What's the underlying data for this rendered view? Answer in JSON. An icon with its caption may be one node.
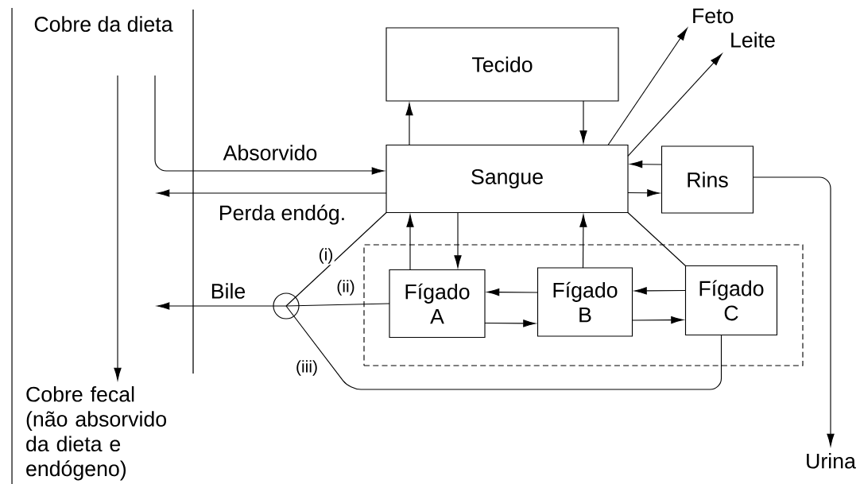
{
  "diagram": {
    "nodes": [
      {
        "text": [
          "Cobre da dieta"
        ]
      },
      {
        "text": [
          "Cobre fecal (não absorvido da dieta e endógeno)"
        ]
      },
      {
        "text": [
          "Tecido"
        ]
      },
      {
        "text": [
          "Sangue"
        ]
      },
      {
        "text": [
          "Rins"
        ]
      },
      {
        "text": [
          "Feto"
        ]
      },
      {
        "text": [
          "Leite"
        ]
      },
      {
        "text": [
          "Urina"
        ]
      },
      {
        "text": [],
        "shape": "box"
      },
      {
        "text": [
          "Fígado A"
        ],
        "in": 8
      },
      {
        "text": [
          "Fígado B"
        ],
        "in": 8
      },
      {
        "text": [
          "Fígado C"
        ],
        "in": 8
      },
      {
        "text": [],
        "shape": "circle"
      }
    ],
    "edges": [
      {
        "from": 0,
        "to": 3,
        "arrow": "to",
        "label": "Absorvido"
      },
      {
        "from": 3,
        "to": null,
        "arrow": "to",
        "label": "Perda endóg."
      },
      {
        "from": 0,
        "to": 1,
        "arrow": "to"
      },
      {
        "from": 3,
        "to": 2,
        "arrow": "to"
      },
      {
        "from": 2,
        "to": 3,
        "arrow": "to"
      },
      {
        "from": 3,
        "to": 5,
        "arrow": "to"
      },
      {
        "from": 3,
        "to": 6,
        "arrow": "to"
      },
      {
        "from": 4,
        "to": 3,
        "arrow": "to"
      },
      {
        "from": 3,
        "to": 4,
        "arrow": "to"
      },
      {
        "from": 4,
        "to": 7,
        "arrow": "to"
      },
      {
        "from": 3,
        "to": 9,
        "arrow": "to"
      },
      {
        "from": 9,
        "to": 3,
        "arrow": "to"
      },
      {
        "from": 10,
        "to": 3,
        "arrow": "to"
      },
      {
        "from": 10,
        "to": 9,
        "arrow": "to"
      },
      {
        "from": 9,
        "to": 10,
        "arrow": "to"
      },
      {
        "from": 11,
        "to": 10,
        "arrow": "to"
      },
      {
        "from": 10,
        "to": 11,
        "arrow": "to"
      },
      {
        "from": 3,
        "to": 12,
        "arrow": "none",
        "label": "(i)"
      },
      {
        "from": 9,
        "to": 12,
        "arrow": "none",
        "label": "(ii)"
      },
      {
        "from": 11,
        "to": 12,
        "arrow": "none",
        "label": "(iii)"
      },
      {
        "from": 3,
        "to": 11,
        "arrow": "none"
      },
      {
        "from": 12,
        "to": null,
        "arrow": "to",
        "label": "Bile"
      }
    ]
  }
}
